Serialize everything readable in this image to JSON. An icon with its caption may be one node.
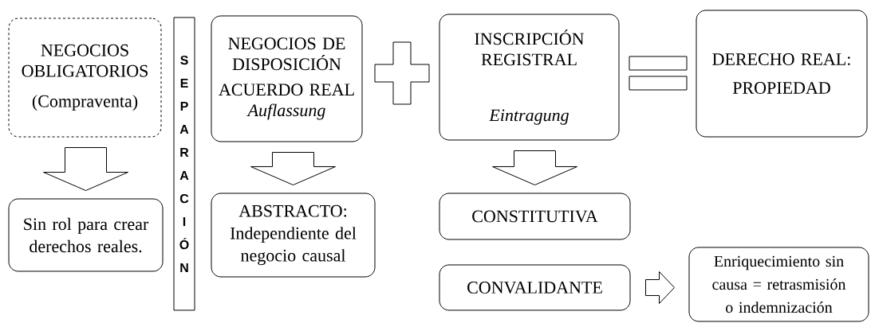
{
  "diagram": {
    "nodes": [
      {
        "text": [
          "NEGOCIOS OBLIGATORIOS",
          "(Compraventa)"
        ]
      },
      {
        "text": [
          "SEPARACIÓN"
        ]
      },
      {
        "text": [
          "NEGOCIOS DE DISPOSICIÓN",
          "ACUERDO REAL",
          "Auflassung"
        ]
      },
      {
        "text": [],
        "shape": "plus"
      },
      {
        "text": [
          "INSCRIPCIÓN REGISTRAL",
          "Eintragung"
        ]
      },
      {
        "text": [],
        "shape": "equals"
      },
      {
        "text": [
          "DERECHO REAL: PROPIEDAD"
        ]
      },
      {
        "text": [
          "Sin rol para crear derechos reales."
        ]
      },
      {
        "text": [
          "ABSTRACTO: Independiente del negocio causal"
        ]
      },
      {
        "text": [
          "CONSTITUTIVA"
        ]
      },
      {
        "text": [
          "CONVALIDANTE"
        ]
      },
      {
        "text": [
          "Enriquecimiento sin causa = retrasmisión o indemnización"
        ]
      }
    ],
    "edges": [
      {
        "from": 0,
        "to": 7,
        "arrow": "to"
      },
      {
        "from": 2,
        "to": 8,
        "arrow": "to"
      },
      {
        "from": 4,
        "to": 9,
        "arrow": "to"
      },
      {
        "from": 10,
        "to": 11,
        "arrow": "to"
      }
    ]
  }
}
